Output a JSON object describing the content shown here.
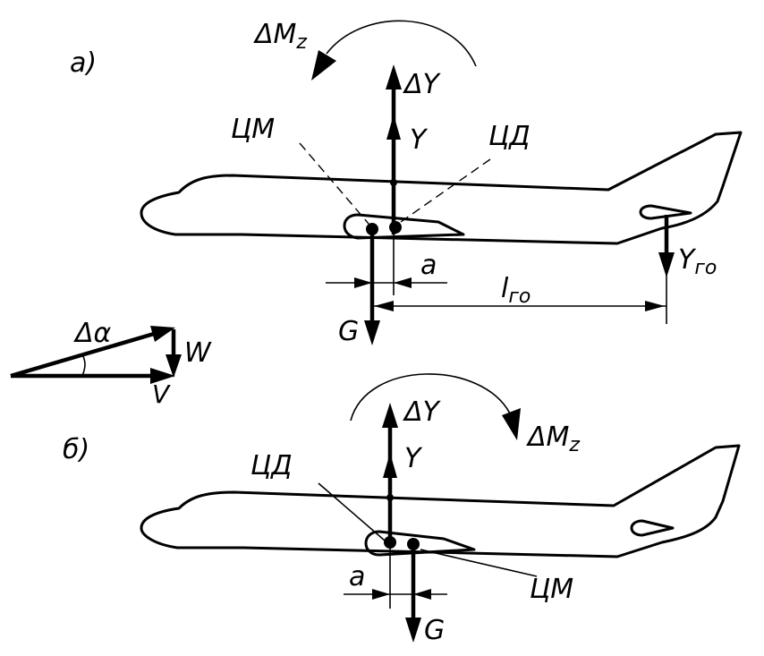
{
  "panel_a": {
    "label": "а)",
    "moment": {
      "base": "ΔM",
      "sub": "z"
    },
    "delta_lift": "ΔY",
    "lift": "Y",
    "center_mass": "ЦМ",
    "center_pressure": "ЦД",
    "offset": "a",
    "tail_lever": {
      "base": "l",
      "sub": "го"
    },
    "tail_force": {
      "base": "Y",
      "sub": "го"
    },
    "weight": "G"
  },
  "velocity_triangle": {
    "angle": "Δα",
    "gust": "W",
    "velocity": "V"
  },
  "panel_b": {
    "label": "б)",
    "moment": {
      "base": "ΔM",
      "sub": "z"
    },
    "delta_lift": "ΔY",
    "lift": "Y",
    "center_pressure": "ЦД",
    "center_mass": "ЦМ",
    "offset": "a",
    "weight": "G"
  }
}
